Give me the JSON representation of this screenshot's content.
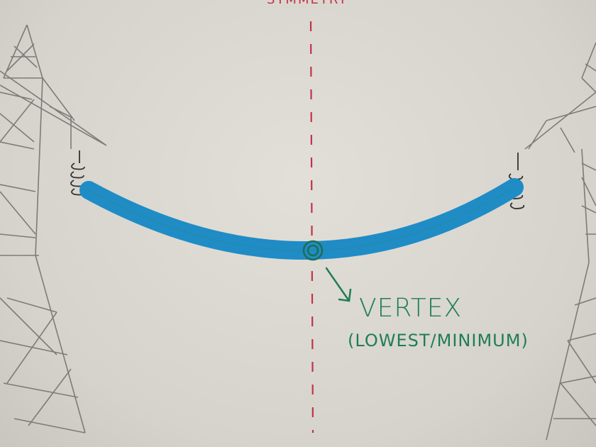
{
  "labels": {
    "axis": "SYMMETRY",
    "vertex": "VERTEX",
    "vertex_note": "(LOWEST/MINIMUM)"
  },
  "colors": {
    "cable": "#1f8cc6",
    "axis": "#c0344a",
    "annotation": "#1f7d56",
    "pencil": "#5a5a5a"
  }
}
